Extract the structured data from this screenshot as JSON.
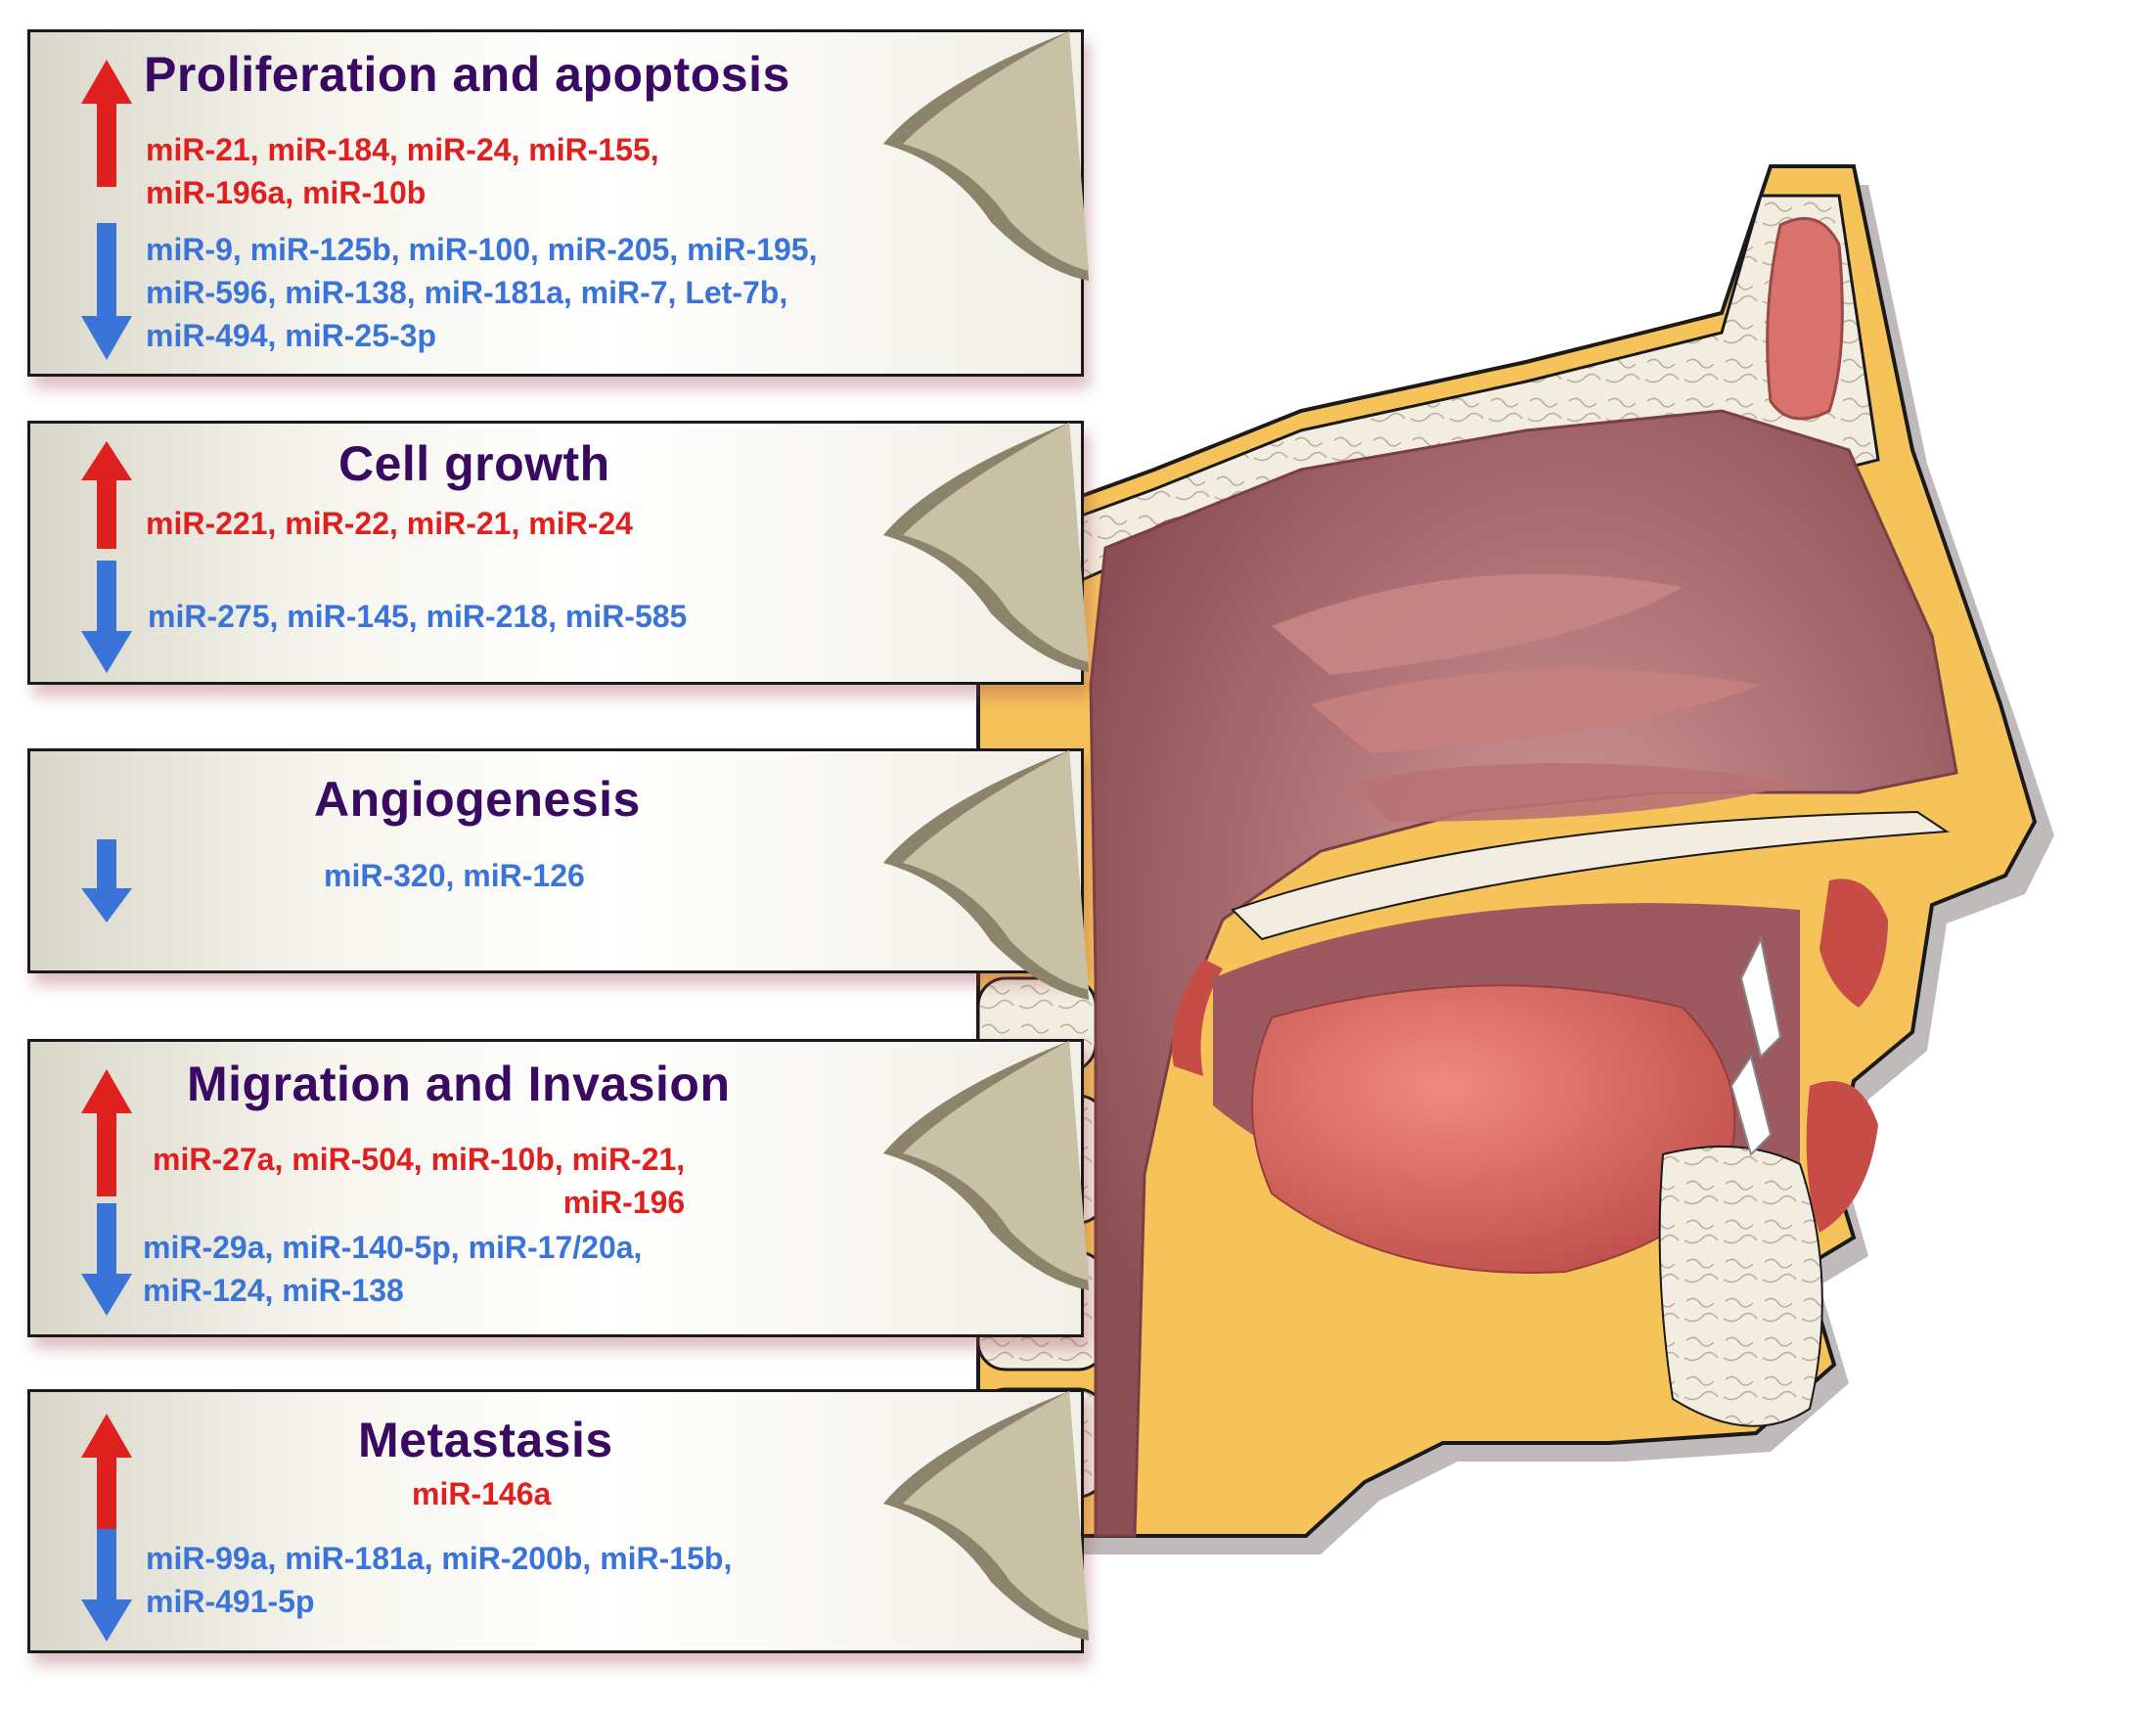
{
  "panels": [
    {
      "title": "Proliferation and apoptosis",
      "up": [
        "miR-21, miR-184, miR-24,  miR-155,",
        "miR-196a,  miR-10b"
      ],
      "down": [
        "miR-9,  miR-125b, miR-100, miR-205,  miR-195,",
        "miR-596,  miR-138, miR-181a,  miR-7,  Let-7b,",
        "miR-494,  miR-25-3p"
      ]
    },
    {
      "title": "Cell growth",
      "up": [
        "miR-221, miR-22, miR-21, miR-24"
      ],
      "down": [
        "miR-275, miR-145, miR-218, miR-585"
      ]
    },
    {
      "title": "Angiogenesis",
      "up": [],
      "down": [
        "miR-320, miR-126"
      ]
    },
    {
      "title": "Migration and Invasion",
      "up": [
        "miR-27a, miR-504, miR-10b, miR-21,",
        "miR-196"
      ],
      "down": [
        "miR-29a, miR-140-5p, miR-17/20a,",
        "miR-124, miR-138"
      ]
    },
    {
      "title": "Metastasis",
      "up": [
        "miR-146a"
      ],
      "down": [
        "miR-99a, miR-181a, miR-200b, miR-15b,",
        "miR-491-5p"
      ]
    }
  ],
  "colors": {
    "up": "#e01f1f",
    "down": "#3a74d8",
    "title": "#3a0a63",
    "skin": "#f6c25a",
    "tissue": "#9a5a5e",
    "bone": "#f3ece0"
  },
  "icons": {
    "up": "arrow-up-icon",
    "down": "arrow-down-icon"
  }
}
